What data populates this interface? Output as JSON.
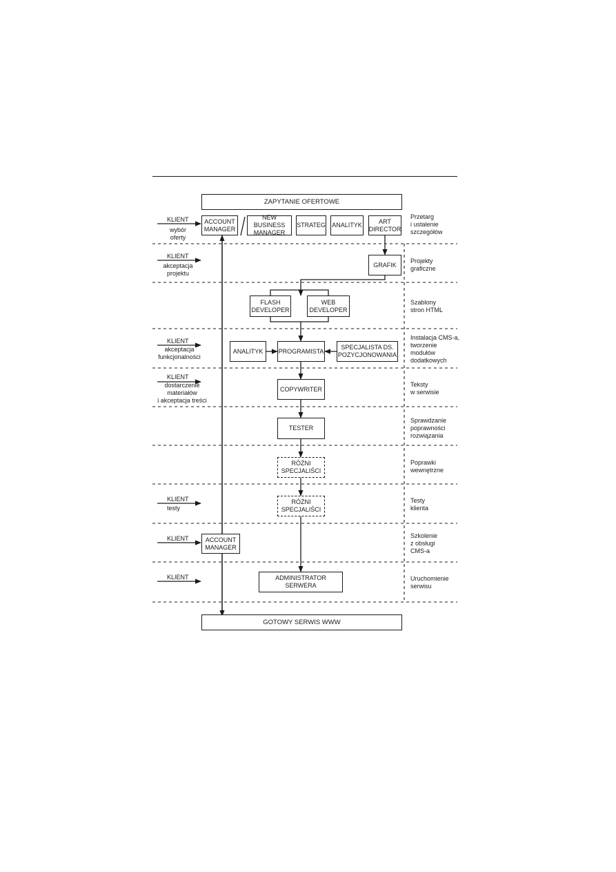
{
  "header": {
    "request": "ZAPYTANIE OFERTOWE"
  },
  "footer": {
    "final": "GOTOWY SERWIS WWW"
  },
  "boxes": {
    "account_manager_top": "ACCOUNT\nMANAGER",
    "new_business_manager": "NEW BUSINESS\nMANAGER",
    "strateg": "STRATEG",
    "analityk_top": "ANALITYK",
    "art_director": "ART\nDIRECTOR",
    "grafik": "GRAFIK",
    "flash_developer": "FLASH\nDEVELOPER",
    "web_developer": "WEB\nDEVELOPER",
    "analityk_mid": "ANALITYK",
    "programista": "PROGRAMISTA",
    "specjalista": "SPECJALISTA DS.\nPOZYCJONOWANIA",
    "copywriter": "COPYWRITER",
    "tester": "TESTER",
    "rozni_1": "RÓŻNI\nSPECJALIŚCI",
    "rozni_2": "RÓŻNI\nSPECJALIŚCI",
    "account_manager_bottom": "ACCOUNT\nMANAGER",
    "administrator": "ADMINISTRATOR SERWERA"
  },
  "client_inputs": [
    {
      "client": "KLIENT",
      "note": "wybór\noferty"
    },
    {
      "client": "KLIENT",
      "note": "akceptacja\nprojektu"
    },
    {
      "client": "KLIENT",
      "note": "akceptacja\nfunkcjonalności"
    },
    {
      "client": "KLIENT",
      "note": "dostarczenie\nmateriałów\ni akceptacja treści"
    },
    {
      "client": "KLIENT",
      "note": "testy"
    },
    {
      "client": "KLIENT",
      "note": ""
    },
    {
      "client": "KLIENT",
      "note": ""
    }
  ],
  "stages": [
    "Przetarg\ni ustalenie\nszczegółów",
    "Projekty\ngraficzne",
    "Szablony\nstron HTML",
    "Instalacja CMS-a,\ntworzenie\nmodułów\ndodatkowych",
    "Teksty\nw serwisie",
    "Sprawdzanie\npoprawności\nrozwiązania",
    "Poprawki\nwewnętrzne",
    "Testy\nklienta",
    "Szkolenie\nz obsługi\nCMS-a",
    "Uruchomienie\nserwisu"
  ]
}
